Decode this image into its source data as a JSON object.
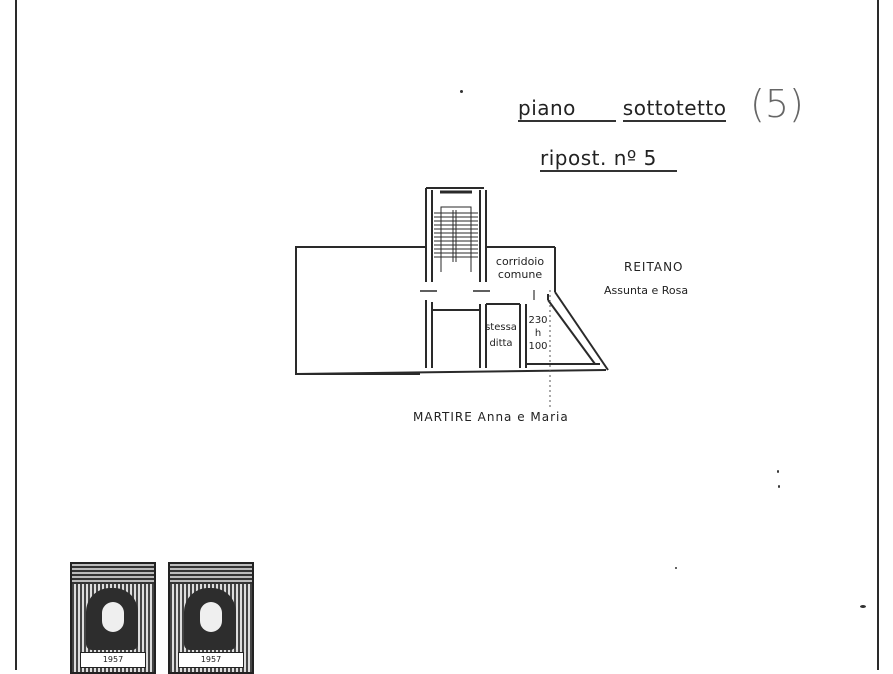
{
  "document": {
    "title_line_1": {
      "word_1": "piano",
      "word_2": "sottotetto",
      "circled_number": "(5)"
    },
    "title_line_2": "ripost. nº 5"
  },
  "floor_plan": {
    "rooms": {
      "corridor_line_1": "corridoio",
      "corridor_line_2": "comune",
      "same_firm_line_1": "stessa",
      "same_firm_line_2": "ditta",
      "height_top": "230",
      "height_label": "h",
      "height_bottom": "100"
    },
    "neighbors": {
      "east_surname": "REITANO",
      "east_names": "Assunta e Rosa",
      "south": "MARTIRE  Anna e  Maria"
    }
  },
  "stamps": {
    "count": 2,
    "stamp_1_value": "1957",
    "stamp_2_value": "1957"
  },
  "colors": {
    "ink": "#222222",
    "paper": "#ffffff",
    "frame": "#2a2a2a"
  }
}
